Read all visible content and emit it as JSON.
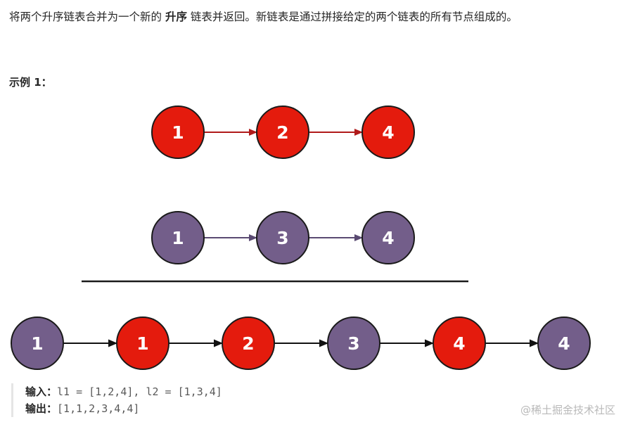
{
  "description": {
    "part1": "将两个升序链表合并为一个新的",
    "emphasis": "升序",
    "part2": "链表并返回。新链表是通过拼接给定的两个链表的所有节点组成的。"
  },
  "example_title": "示例 1：",
  "lists": {
    "l1": [
      "1",
      "2",
      "4"
    ],
    "l2": [
      "1",
      "3",
      "4"
    ],
    "merged": [
      {
        "value": "1",
        "source": "l2"
      },
      {
        "value": "1",
        "source": "l1"
      },
      {
        "value": "2",
        "source": "l1"
      },
      {
        "value": "3",
        "source": "l2"
      },
      {
        "value": "4",
        "source": "l1"
      },
      {
        "value": "4",
        "source": "l2"
      }
    ]
  },
  "colors": {
    "l1_node": "#e41b0d",
    "l2_node": "#735e8a",
    "l1_arrow": "#b01a1a",
    "l2_arrow": "#5a4a72",
    "merged_arrow": "#111111"
  },
  "code": {
    "input_label": "输入：",
    "input_value": "l1 = [1,2,4], l2 = [1,3,4]",
    "output_label": "输出：",
    "output_value": "[1,1,2,3,4,4]"
  },
  "watermark": "@稀土掘金技术社区"
}
